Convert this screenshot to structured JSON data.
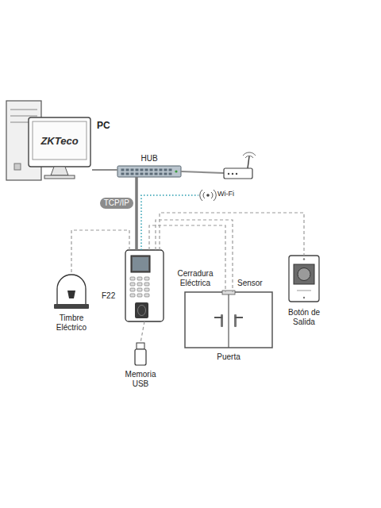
{
  "diagram": {
    "nodes": [
      {
        "text": [
          "PC"
        ]
      },
      {
        "text": [
          "HUB"
        ]
      },
      {
        "text": [
          "Wi-Fi"
        ]
      },
      {
        "text": [
          "F22"
        ]
      },
      {
        "text": [
          "Timbre Eléctrico"
        ]
      },
      {
        "text": [
          "Memoria USB"
        ]
      },
      {
        "text": [
          "Cerradura Eléctrica",
          "Sensor",
          "Puerta"
        ]
      },
      {
        "text": [
          "Botón de Salida"
        ]
      }
    ],
    "edges": [
      {
        "from": 0,
        "to": 1,
        "arrow": "none"
      },
      {
        "from": 1,
        "to": 3,
        "label": "TCP/IP",
        "arrow": "none"
      },
      {
        "from": 3,
        "to": 2,
        "arrow": "none"
      },
      {
        "from": 3,
        "to": 4,
        "arrow": "none"
      },
      {
        "from": 3,
        "to": 5,
        "arrow": "none"
      },
      {
        "from": 3,
        "to": 6,
        "arrow": "none"
      },
      {
        "from": 3,
        "to": 6,
        "arrow": "none"
      },
      {
        "from": 3,
        "to": 7,
        "arrow": "none"
      }
    ],
    "labels": [
      "ZKTeco"
    ]
  }
}
